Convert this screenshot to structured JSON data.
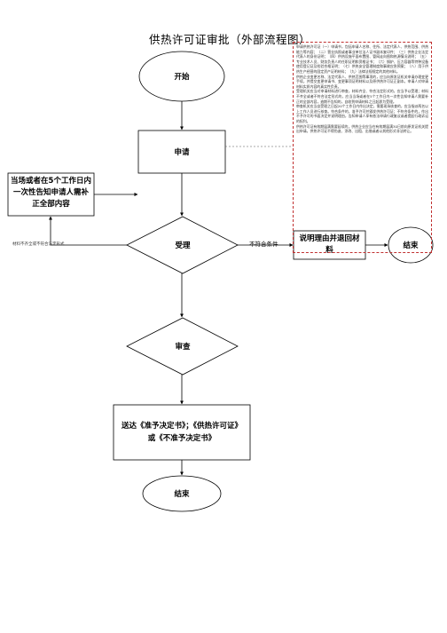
{
  "title": "供热许可证审批（外部流程图）",
  "nodes": {
    "start": "开始",
    "apply": "申请",
    "inform": "当场或者在5个工作日内一次性告知申请人需补正全部内容",
    "accept": "受理",
    "review": "审查",
    "deliver": "送达《准予决定书》；《供热许可证》或《不准予决定书》",
    "explain": "说明理由并退回材料",
    "end_right": "结束",
    "end_bottom": "结束"
  },
  "edges": {
    "supplement": "材料不齐全或不符合法定形式",
    "not_qualified": "不符合条件"
  },
  "requirements_note": {
    "paragraphs": [
      "申请供热许可证（一）申请书，包括申请人名称、住所、法定代表人、供热范围、供热能力等内容；（二）营业执照或者事业单位法人证书副本复印件；（三）供热企业法定代表人的身份证明；（四）供热设施平面布置图、管网走向图和热源情况说明；（五）专业技术人员、财务负责人的任职证明和资格证书；（六）锅炉、压力容器等特种设备使用登记证及检验合格证明；（七）供热安全管理制度和事故应急预案；（八）用于供热生产经营的固定资产证明材料；（九）法律法规规定的其他材料。",
      "供热企业变更名称、法定代表人、供热范围等事项的，应当向原发证机关申请办理变更手续，并提交变更申请书、变更事项证明材料以及原供热许可证正副本。申请人对申请材料实质内容的真实性负责。",
      "受理机关应当对申请材料进行审查，材料齐全、符合法定形式的，应当予以受理；材料不齐全或者不符合法定形式的，应当当场或者在5个工作日内一次性告知申请人需要补正的全部内容，逾期不告知的，自收到申请材料之日起即为受理。",
      "审查机关应当自受理之日起20个工作日内作出决定，需要现场核查的，应当指派两名以上工作人员进行核查。符合条件的，准予许可并颁发供热许可证；不符合条件的，作出不予许可的书面决定并说明理由，告知申请人享有依法申请行政复议或者提起行政诉讼的权利。",
      "供热许可证有效期届满需要延续的，供热企业应当在有效期届满30日前向原发证机关提出申请。供热许可证不得伪造、涂改、出租、出借或者以其他形式非法转让。"
    ]
  }
}
